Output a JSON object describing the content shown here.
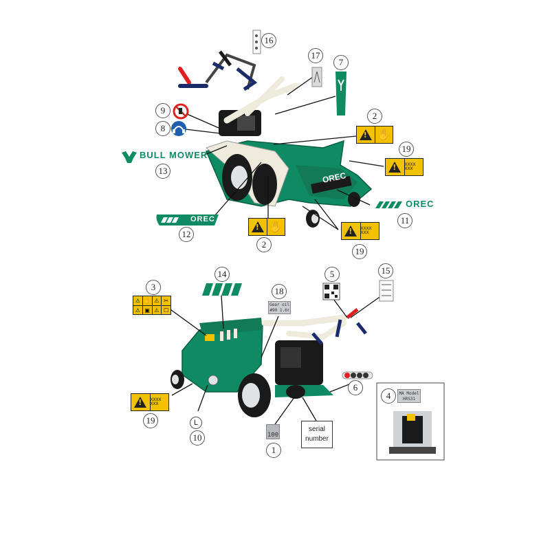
{
  "callouts": {
    "c1": "1",
    "c2a": "2",
    "c2b": "2",
    "c3": "3",
    "c4": "4",
    "c5": "5",
    "c6": "6",
    "c7": "7",
    "c8": "8",
    "c9": "9",
    "c10": "10",
    "c11": "11",
    "c12": "12",
    "c13": "13",
    "c14": "14",
    "c15": "15",
    "c16": "16",
    "c17": "17",
    "c18": "18",
    "c19a": "19",
    "c19b": "19",
    "c19c": "19"
  },
  "labels": {
    "bullmower": "BULL MOWER",
    "orec": "OREC",
    "orec_small": "OREC",
    "serial": [
      "serial",
      "number"
    ],
    "gear_oil": [
      "Gear oil",
      "#90 1.6ℓ"
    ],
    "model_plate": [
      "MA Model",
      "HRS31"
    ],
    "capacity": "100",
    "level_letter": "L",
    "warn_code": "XXXX XXX"
  },
  "colors": {
    "machine_green": "#0e8b62",
    "label_yellow": "#f2c200",
    "handle_red": "#e0201f",
    "engine_black": "#1a1a1a"
  }
}
